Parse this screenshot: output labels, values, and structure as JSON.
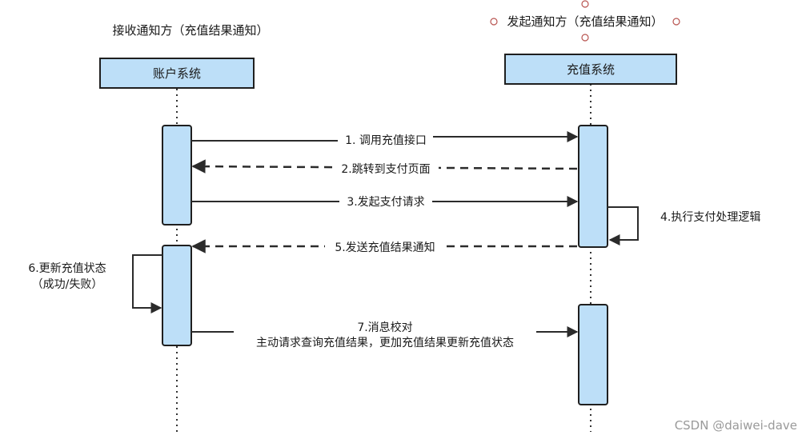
{
  "roles": {
    "receiver": "接收通知方（充值结果通知）",
    "initiator": "发起通知方（充值结果通知）"
  },
  "participants": {
    "account": "账户系统",
    "recharge": "充值系统"
  },
  "messages": {
    "m1": "1. 调用充值接口",
    "m2": "2.跳转到支付页面",
    "m3": "3.发起支付请求",
    "m4": "4.执行支付处理逻辑",
    "m5": "5.发送充值结果通知",
    "m6_line1": "6.更新充值状态",
    "m6_line2": "（成功/失败）",
    "m7_line1": "7.消息校对",
    "m7_line2": "主动请求查询充值结果，更加充值结果更新充值状态"
  },
  "watermark": "CSDN @daiwei-dave",
  "colors": {
    "box_fill": "#bddff8",
    "box_stroke": "#1f1f1f",
    "line": "#2b2b2b",
    "selection_handle": "#b85450"
  }
}
